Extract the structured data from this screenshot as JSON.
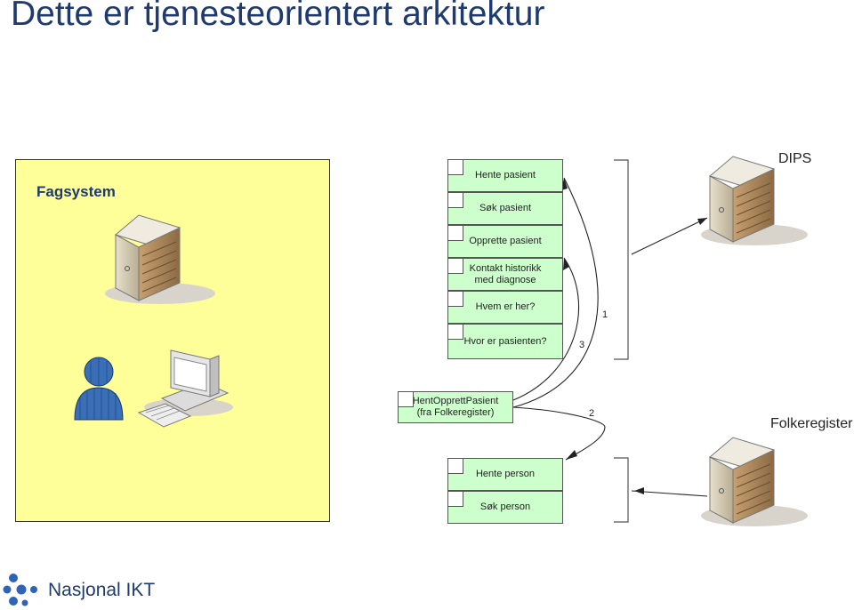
{
  "title": "Dette er tjenesteorientert arkitektur",
  "fagsystem": {
    "label": "Fagsystem"
  },
  "dips": {
    "label": "DIPS",
    "services": [
      "Hente pasient",
      "Søk pasient",
      "Opprette pasient",
      "Kontakt historikk\nmed diagnose",
      "Hvem er her?",
      "Hvor er pasienten?"
    ]
  },
  "orchestration": {
    "service": "HentOpprettPasient\n(fra Folkeregister)"
  },
  "folkeregister": {
    "label": "Folkeregister",
    "services": [
      "Hente person",
      "Søk person"
    ]
  },
  "arrow_labels": [
    "1",
    "2",
    "3"
  ],
  "logo": {
    "text": "Nasjonal IKT"
  },
  "colors": {
    "title": "#1f3a6e",
    "fagsystem_bg": "#ffff99",
    "service_bg": "#ccffcc"
  }
}
